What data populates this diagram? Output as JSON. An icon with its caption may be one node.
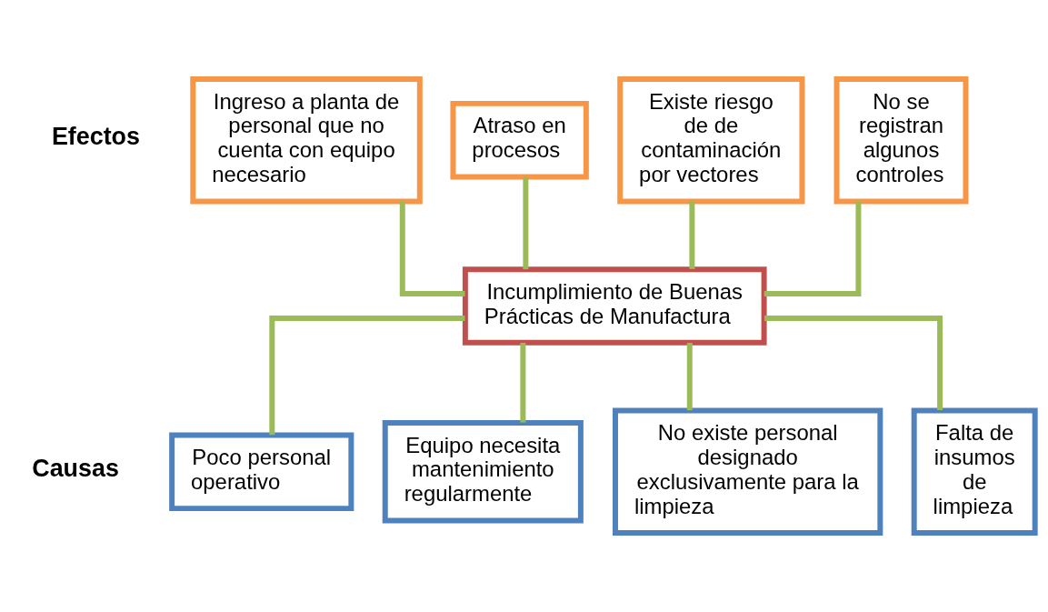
{
  "diagram": {
    "nodes": [
      {
        "text": [
          "Ingreso a planta de personal que no cuenta con equipo necesario"
        ]
      },
      {
        "text": [
          "Atraso en procesos"
        ]
      },
      {
        "text": [
          "Existe riesgo de de contaminación por vectores"
        ]
      },
      {
        "text": [
          "No se registran algunos controles"
        ]
      },
      {
        "text": [
          "Incumplimiento de Buenas Prácticas de Manufactura"
        ]
      },
      {
        "text": [
          "Poco personal operativo"
        ]
      },
      {
        "text": [
          "Equipo necesita mantenimiento regularmente"
        ]
      },
      {
        "text": [
          "No existe personal designado exclusivamente para la limpieza"
        ]
      },
      {
        "text": [
          "Falta de insumos de limpieza"
        ]
      }
    ],
    "edges": [
      {
        "from": 0,
        "to": 4,
        "arrow": "none"
      },
      {
        "from": 1,
        "to": 4,
        "arrow": "none"
      },
      {
        "from": 2,
        "to": 4,
        "arrow": "none"
      },
      {
        "from": 3,
        "to": 4,
        "arrow": "none"
      },
      {
        "from": 4,
        "to": 5,
        "arrow": "none"
      },
      {
        "from": 4,
        "to": 6,
        "arrow": "none"
      },
      {
        "from": 4,
        "to": 7,
        "arrow": "none"
      },
      {
        "from": 4,
        "to": 8,
        "arrow": "none"
      }
    ],
    "labels": [
      "Efectos",
      "Causas"
    ]
  }
}
